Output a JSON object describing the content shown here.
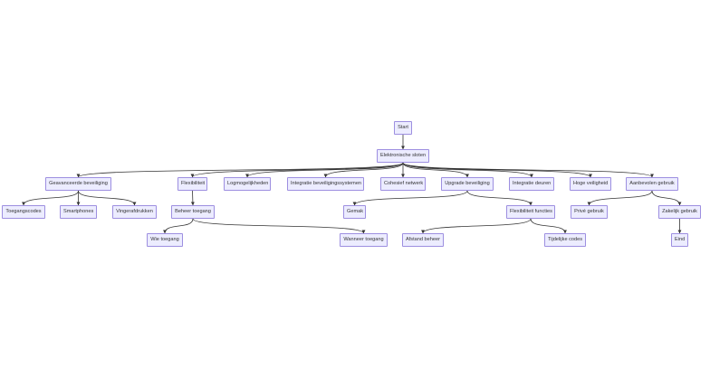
{
  "nodes": {
    "start": "Start",
    "elektronische_sloten": "Elektronische sloten",
    "geavanceerde_beveiliging": "Geavanceerde beveiliging",
    "flexibiliteit": "Flexibiliteit",
    "logmogelijkheden": "Logmogelijkheden",
    "integratie_beveiligingssystemen": "Integratie beveiligingssystemen",
    "cohesief_netwerk": "Cohesief netwerk",
    "upgrade_beveiliging": "Upgrade beveiliging",
    "integratie_deuren": "Integratie deuren",
    "hoge_veiligheid": "Hoge veiligheid",
    "aanbevolen_gebruik": "Aanbevolen gebruik",
    "toegangscodes": "Toegangscodes",
    "smartphones": "Smartphones",
    "vingerafdrukken": "Vingerafdrukken",
    "beheer_toegang": "Beheer toegang",
    "gemak": "Gemak",
    "flexibiliteit_functies": "Flexibiliteit functies",
    "prive_gebruik": "Privé gebruik",
    "zakelijk_gebruik": "Zakelijk gebruik",
    "wie_toegang": "Wie toegang",
    "wanneer_toegang": "Wanneer toegang",
    "afstand_beheer": "Afstand beheer",
    "tijdelijke_codes": "Tijdelijke codes",
    "eind": "Eind"
  },
  "edges": [
    [
      "start",
      "elektronische_sloten"
    ],
    [
      "elektronische_sloten",
      "geavanceerde_beveiliging"
    ],
    [
      "elektronische_sloten",
      "flexibiliteit"
    ],
    [
      "elektronische_sloten",
      "logmogelijkheden"
    ],
    [
      "elektronische_sloten",
      "integratie_beveiligingssystemen"
    ],
    [
      "elektronische_sloten",
      "cohesief_netwerk"
    ],
    [
      "elektronische_sloten",
      "upgrade_beveiliging"
    ],
    [
      "elektronische_sloten",
      "integratie_deuren"
    ],
    [
      "elektronische_sloten",
      "hoge_veiligheid"
    ],
    [
      "elektronische_sloten",
      "aanbevolen_gebruik"
    ],
    [
      "geavanceerde_beveiliging",
      "toegangscodes"
    ],
    [
      "geavanceerde_beveiliging",
      "smartphones"
    ],
    [
      "geavanceerde_beveiliging",
      "vingerafdrukken"
    ],
    [
      "flexibiliteit",
      "beheer_toegang"
    ],
    [
      "beheer_toegang",
      "wie_toegang"
    ],
    [
      "beheer_toegang",
      "wanneer_toegang"
    ],
    [
      "upgrade_beveiliging",
      "gemak"
    ],
    [
      "upgrade_beveiliging",
      "flexibiliteit_functies"
    ],
    [
      "flexibiliteit_functies",
      "afstand_beheer"
    ],
    [
      "flexibiliteit_functies",
      "tijdelijke_codes"
    ],
    [
      "aanbevolen_gebruik",
      "prive_gebruik"
    ],
    [
      "aanbevolen_gebruik",
      "zakelijk_gebruik"
    ],
    [
      "zakelijk_gebruik",
      "eind"
    ]
  ]
}
